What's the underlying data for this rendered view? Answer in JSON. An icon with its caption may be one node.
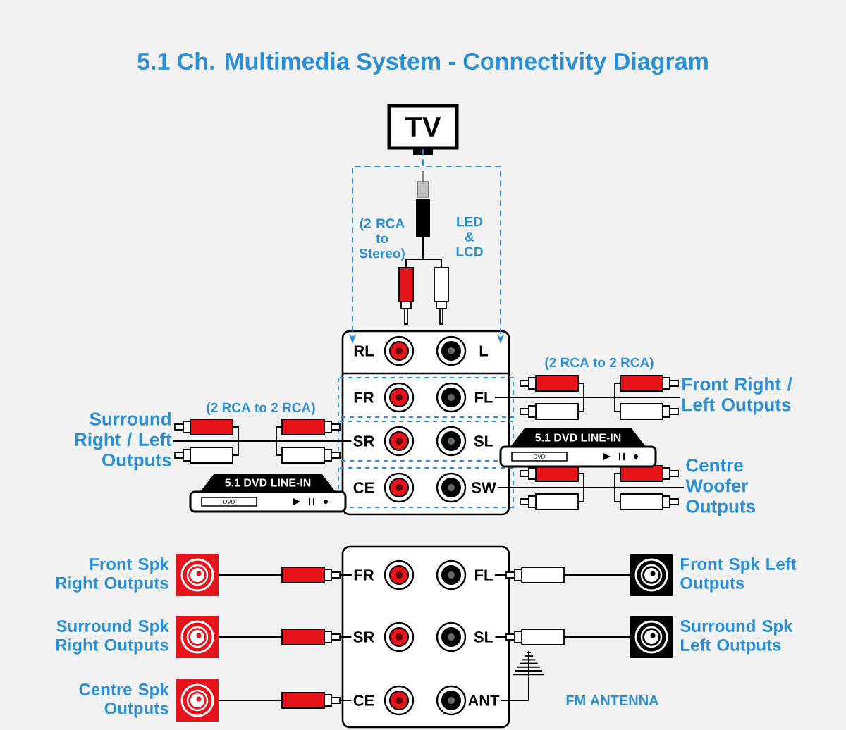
{
  "diagram": {
    "title": "5.1 Ch. Multimedia System - Connectivity Diagram",
    "nodes": [
      {
        "text": [
          "TV"
        ]
      },
      {
        "text": [],
        "shape": "box"
      },
      {
        "text": [
          "RL"
        ],
        "in": 1
      },
      {
        "text": [
          "L"
        ],
        "in": 1
      },
      {
        "text": [
          "FR"
        ],
        "in": 1
      },
      {
        "text": [
          "FL"
        ],
        "in": 1
      },
      {
        "text": [
          "SR"
        ],
        "in": 1
      },
      {
        "text": [
          "SL"
        ],
        "in": 1
      },
      {
        "text": [
          "CE"
        ],
        "in": 1
      },
      {
        "text": [
          "SW"
        ],
        "in": 1
      },
      {
        "text": [
          "Surround Right / Left Outputs"
        ]
      },
      {
        "text": [
          "Front Right / Left Outputs"
        ]
      },
      {
        "text": [
          "Centre Woofer Outputs"
        ]
      },
      {
        "text": [],
        "shape": "box"
      },
      {
        "text": [
          "FR"
        ],
        "in": 13
      },
      {
        "text": [
          "FL"
        ],
        "in": 13
      },
      {
        "text": [
          "SR"
        ],
        "in": 13
      },
      {
        "text": [
          "SL"
        ],
        "in": 13
      },
      {
        "text": [
          "CE"
        ],
        "in": 13
      },
      {
        "text": [
          "ANT"
        ],
        "in": 13
      },
      {
        "text": [
          "Front Spk Right Outputs"
        ]
      },
      {
        "text": [
          "Surround Spk Right Outputs"
        ]
      },
      {
        "text": [
          "Centre Spk Outputs"
        ]
      },
      {
        "text": [
          "Front Spk Left Outputs"
        ]
      },
      {
        "text": [
          "Surround Spk Left Outputs"
        ]
      },
      {
        "text": [
          "FM ANTENNA"
        ]
      }
    ],
    "edges": [
      {
        "from": 0,
        "to": 2,
        "arrow": "to",
        "style": "dashed",
        "color": "#2b8fd6"
      },
      {
        "from": 0,
        "to": 3,
        "arrow": "to",
        "style": "dashed",
        "color": "#2b8fd6"
      },
      {
        "from": 5,
        "to": 11,
        "arrow": "none",
        "label": "(2 RCA to 2 RCA)"
      },
      {
        "from": 6,
        "to": 10,
        "arrow": "none",
        "label": "(2 RCA to 2 RCA)"
      },
      {
        "from": 9,
        "to": 12,
        "arrow": "none"
      },
      {
        "from": 20,
        "to": 14,
        "arrow": "none"
      },
      {
        "from": 21,
        "to": 16,
        "arrow": "none"
      },
      {
        "from": 22,
        "to": 18,
        "arrow": "none"
      },
      {
        "from": 15,
        "to": 23,
        "arrow": "none"
      },
      {
        "from": 17,
        "to": 24,
        "arrow": "none"
      },
      {
        "from": 19,
        "to": 25,
        "arrow": "none"
      }
    ],
    "labels": [
      "(2 RCA to Stereo)",
      "LED & LCD",
      "5.1 DVD LINE-IN",
      "DVD",
      "5.1 DVD LINE-IN",
      "DVD"
    ]
  }
}
